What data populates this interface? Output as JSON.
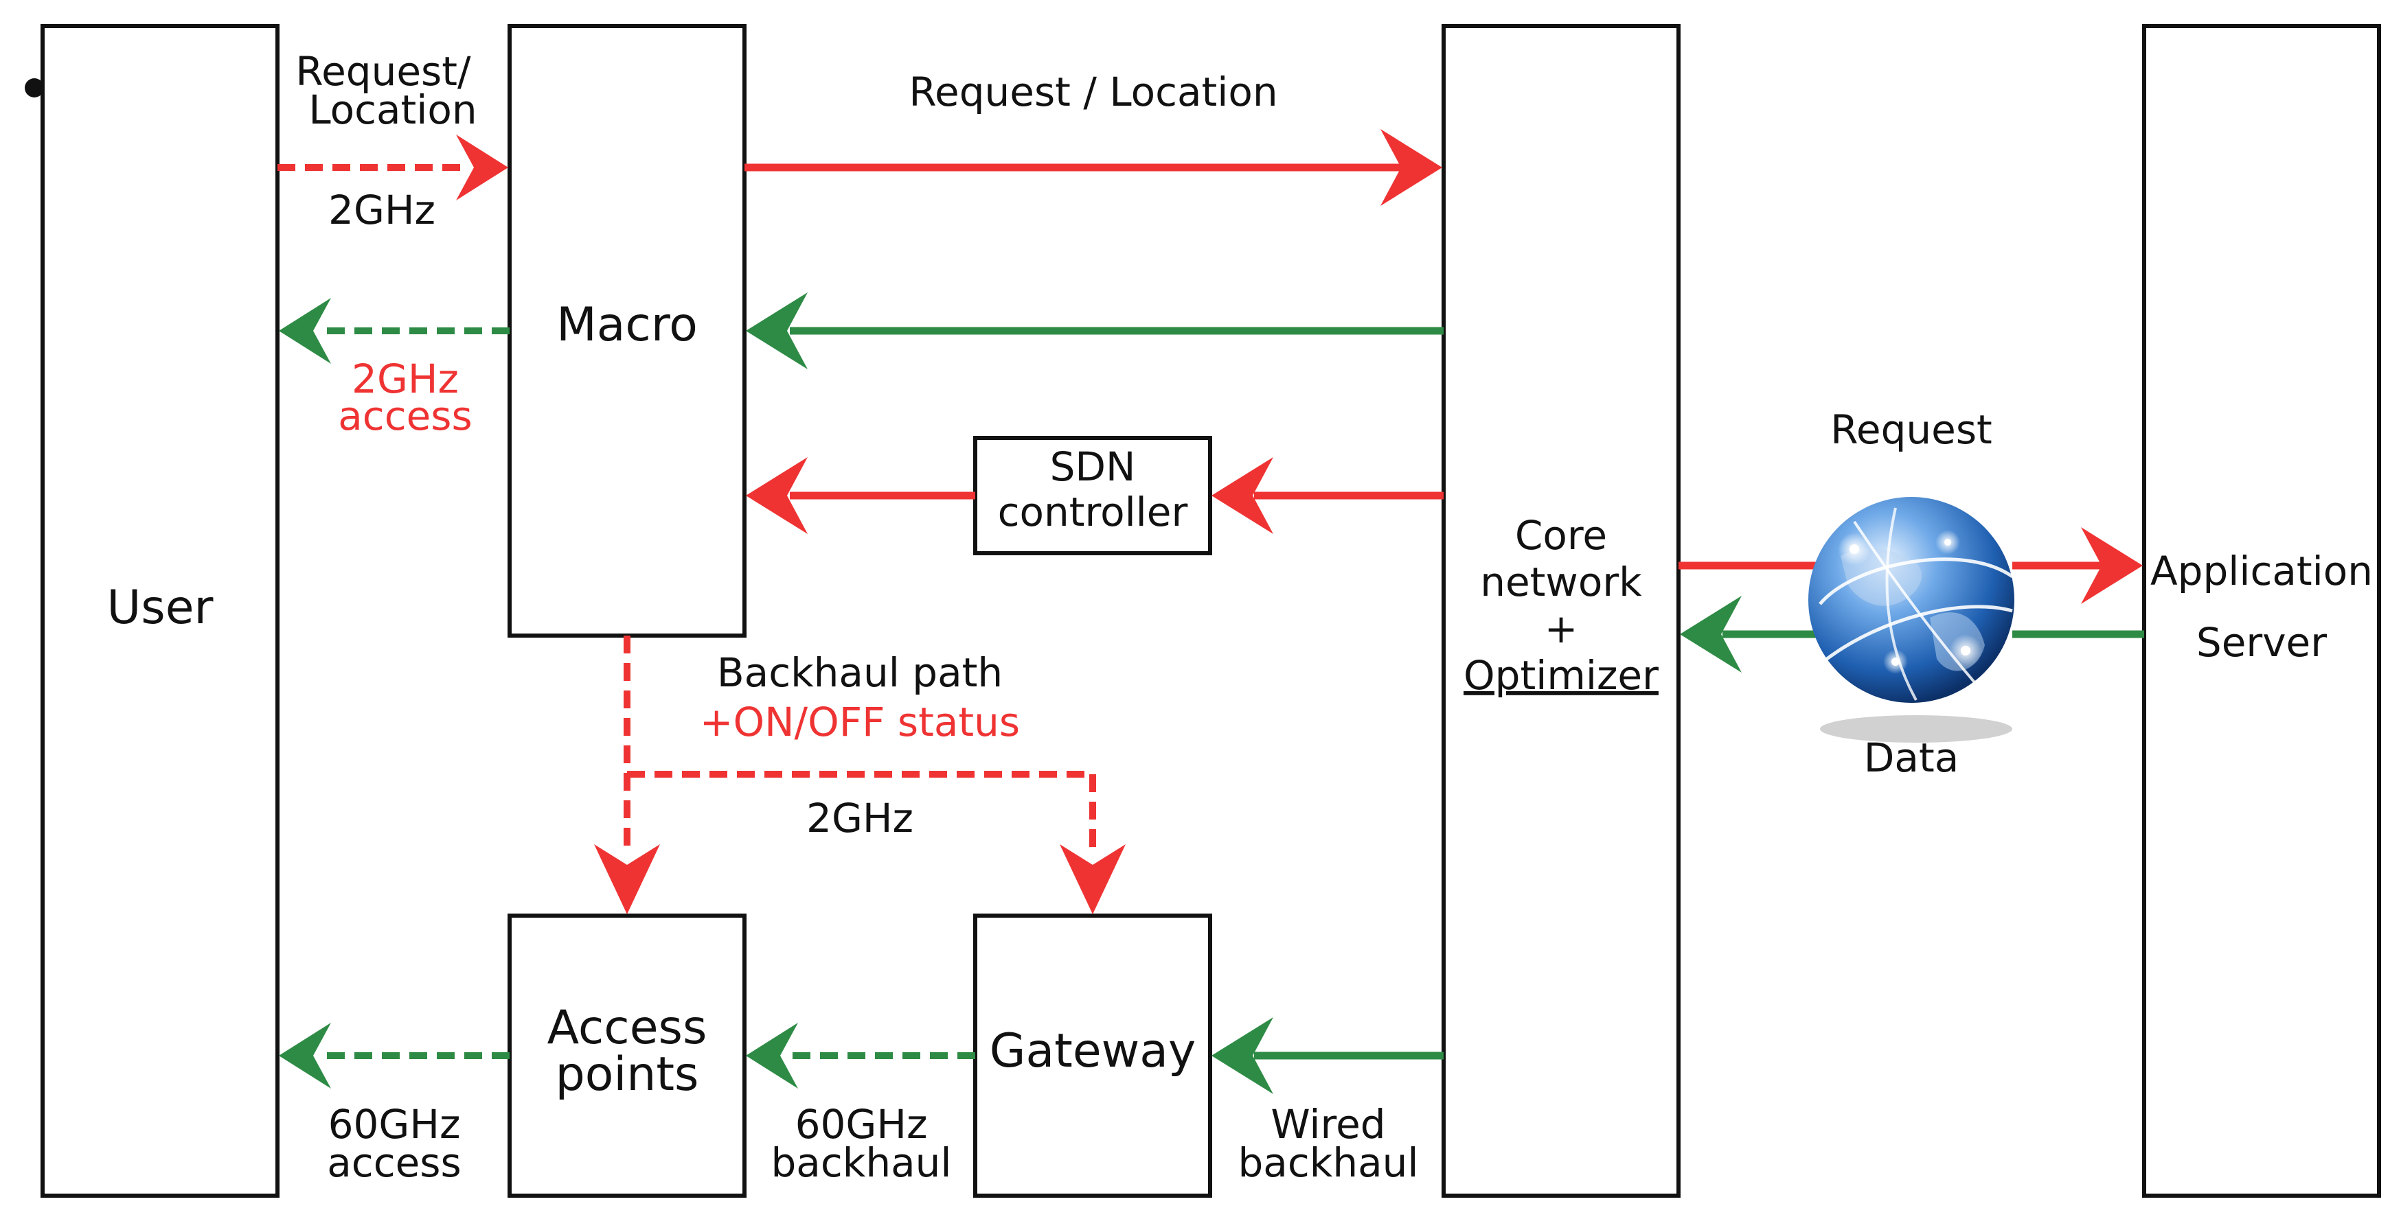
{
  "nodes": {
    "user": "User",
    "macro": "Macro",
    "sdn_controller": [
      "SDN",
      "controller"
    ],
    "core_network": [
      "Core",
      "network",
      "+",
      "Optimizer"
    ],
    "application_server": [
      "Application",
      "Server"
    ],
    "access_points": [
      "Access",
      "points"
    ],
    "gateway": "Gateway"
  },
  "labels": {
    "user_request": [
      "Request/",
      "Location"
    ],
    "user_request_band": "2GHz",
    "macro_access": [
      "2GHz",
      "access"
    ],
    "macro_to_core": "Request / Location",
    "internet_request": "Request",
    "internet_data": "Data",
    "backhaul_path": "Backhaul path",
    "backhaul_status": "+ON/OFF status",
    "backhaul_band": "2GHz",
    "ap_access": [
      "60GHz",
      "access"
    ],
    "gw_backhaul": [
      "60GHz",
      "backhaul"
    ],
    "wired_backhaul": [
      "Wired",
      "backhaul"
    ]
  },
  "colors": {
    "request": "#ef3333",
    "data": "#2e8b45",
    "outline": "#111111",
    "globe": "#1f5fb0"
  },
  "icons": {
    "internet": "globe-icon"
  }
}
